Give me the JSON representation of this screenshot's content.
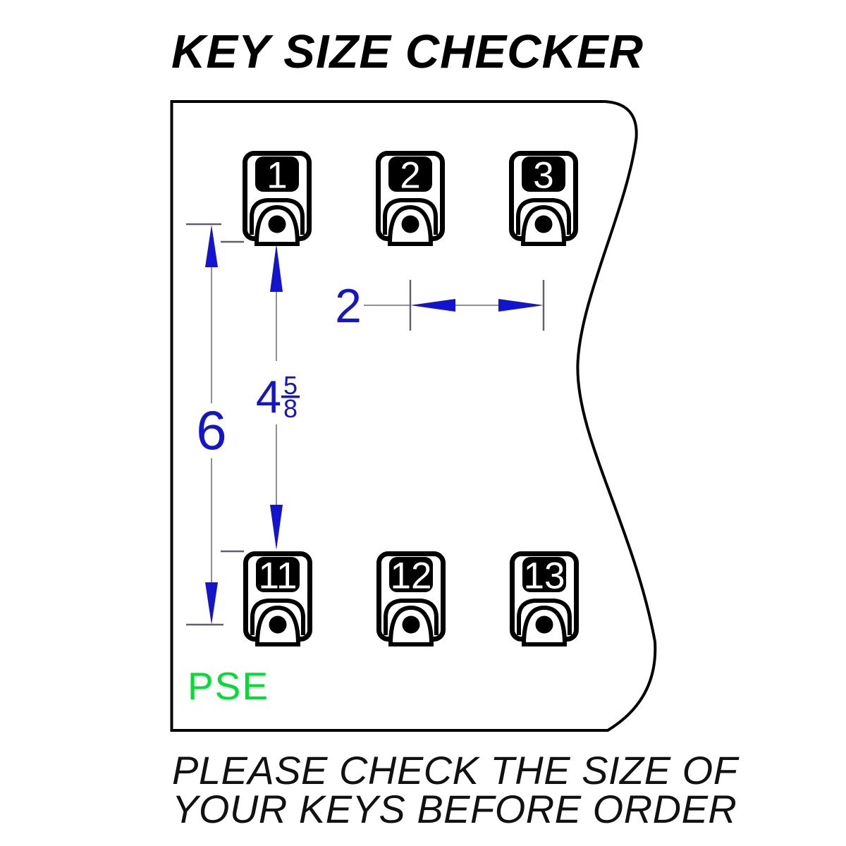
{
  "title": "KEY SIZE CHECKER",
  "footer": {
    "line1": "PLEASE CHECK THE SIZE OF",
    "line2": "YOUR KEYS BEFORE ORDER"
  },
  "panel": {
    "brand": "PSE",
    "brand_color": "#00DE32"
  },
  "keys": {
    "top": [
      {
        "label": "1"
      },
      {
        "label": "2"
      },
      {
        "label": "3"
      }
    ],
    "bottom": [
      {
        "label": "11"
      },
      {
        "label": "12"
      },
      {
        "label": "13"
      }
    ]
  },
  "dimensions": {
    "vertical_total": {
      "value": "6"
    },
    "vertical_inner": {
      "whole": "4",
      "frac_num": "5",
      "frac_den": "8"
    },
    "horizontal": {
      "value": "2"
    }
  },
  "colors": {
    "dimension_blue": "#1313D2",
    "dim_line": "#8f8f9c",
    "dim_tick": "#60606c"
  }
}
